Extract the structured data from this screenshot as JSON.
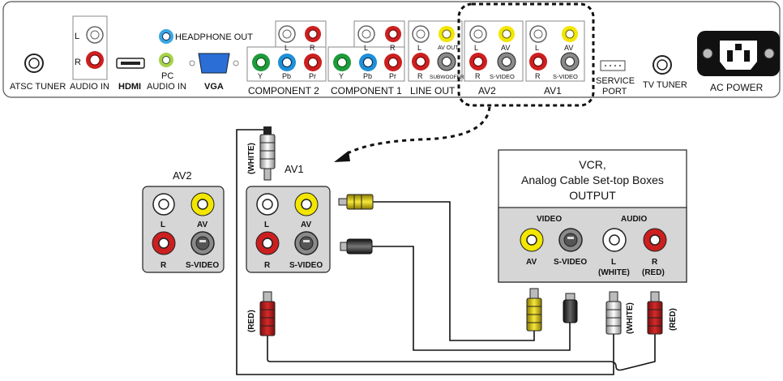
{
  "back_panel": {
    "atsc_tuner": "ATSC TUNER",
    "audio_in": "AUDIO IN",
    "audio_l": "L",
    "audio_r": "R",
    "hdmi": "HDMI",
    "headphone_out": "HEADPHONE OUT",
    "pc": "PC",
    "pc_audio_in": "AUDIO IN",
    "vga": "VGA",
    "component2": {
      "title": "COMPONENT 2",
      "top_l": "L",
      "top_r": "R",
      "y": "Y",
      "pb": "Pb",
      "pr": "Pr"
    },
    "component1": {
      "title": "COMPONENT 1",
      "top_l": "L",
      "top_r": "R",
      "y": "Y",
      "pb": "Pb",
      "pr": "Pr"
    },
    "line_out": {
      "title": "LINE OUT",
      "l": "L",
      "av_out": "AV OUT",
      "r": "R",
      "subwoofer": "SUBWOOFER"
    },
    "av2": {
      "title": "AV2",
      "l": "L",
      "av": "AV",
      "r": "R",
      "svideo": "S-VIDEO"
    },
    "av1": {
      "title": "AV1",
      "l": "L",
      "av": "AV",
      "r": "R",
      "svideo": "S-VIDEO"
    },
    "service_port_1": "SERVICE",
    "service_port_2": "PORT",
    "tv_tuner": "TV TUNER",
    "ac_power": "AC POWER"
  },
  "zoom": {
    "av2": {
      "title": "AV2",
      "l": "L",
      "av": "AV",
      "r": "R",
      "svideo": "S-VIDEO"
    },
    "av1": {
      "title": "AV1",
      "l": "L",
      "av": "AV",
      "r": "R",
      "svideo": "S-VIDEO"
    }
  },
  "cable_labels": {
    "white": "(WHITE)",
    "red": "(RED)"
  },
  "vcr": {
    "title_1": "VCR,",
    "title_2": "Analog Cable Set-top Boxes",
    "title_3": "OUTPUT",
    "video": "VIDEO",
    "audio": "AUDIO",
    "av": "AV",
    "svideo": "S-VIDEO",
    "l": "L",
    "l_sub": "(WHITE)",
    "r": "R",
    "r_sub": "(RED)"
  },
  "colors": {
    "red": "#cc1f1f",
    "yellow": "#f3e600",
    "white": "#ffffff",
    "green": "#1f9a3c",
    "blue": "#1e8fd8",
    "gray": "#8a8a8a",
    "panel_gray": "#d6d6d6",
    "headphone_blue": "#3aa6e0",
    "pc_green": "#a8d24a",
    "vga_blue": "#2b6fd6"
  }
}
